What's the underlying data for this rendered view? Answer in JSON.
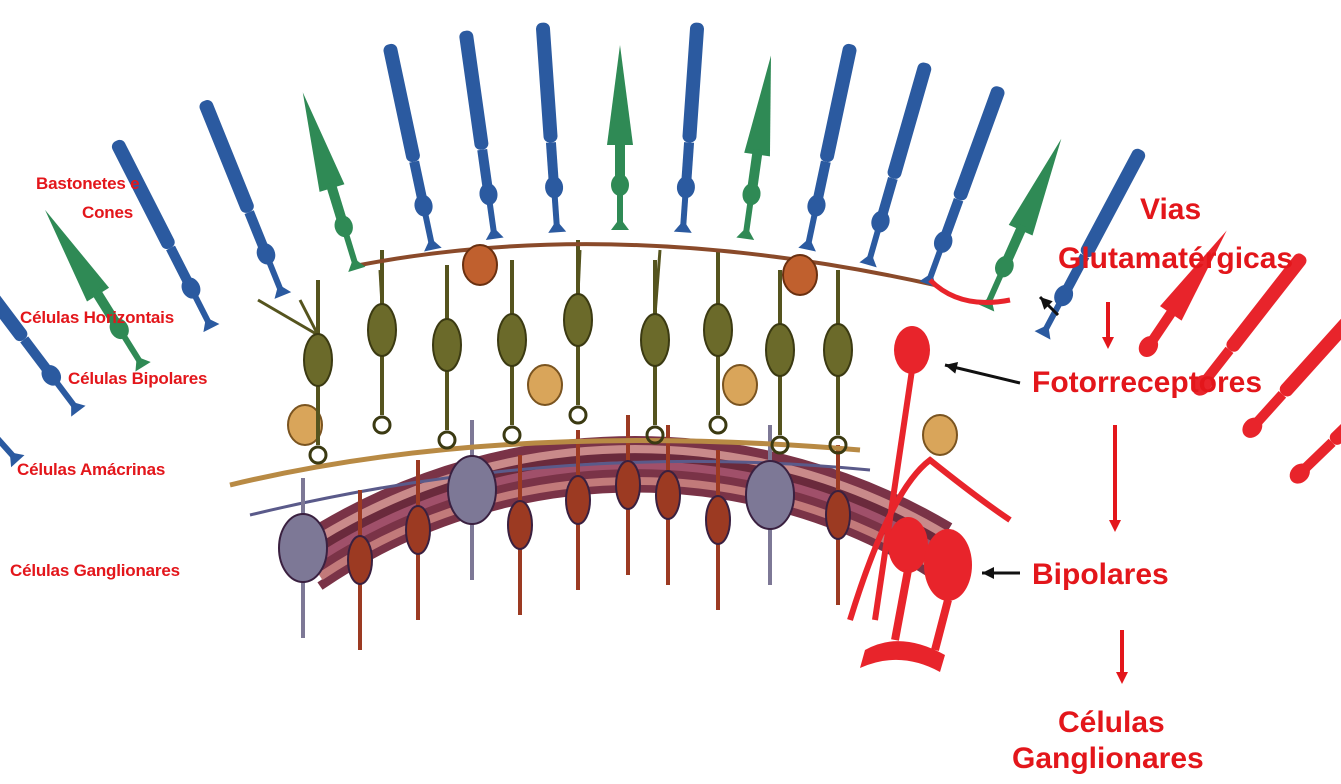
{
  "left_labels": {
    "rods_cones_line1": "Bastonetes e",
    "rods_cones_line2": "Cones",
    "horizontal": "Células Horizontais",
    "bipolar": "Células Bipolares",
    "amacrine": "Células Amácrinas",
    "ganglion": "Células Ganglionares"
  },
  "right_labels": {
    "title_line1": "Vias",
    "title_line2": "Glutamatérgicas",
    "photoreceptors": "Fotorreceptores",
    "bipolars": "Bipolares",
    "ganglion_line1": "Células",
    "ganglion_line2": "Ganglionares"
  },
  "colors": {
    "label_red": "#e3161b",
    "rod_blue": "#2b5aa0",
    "cone_green": "#2f8a55",
    "highlight_red": "#e8242b",
    "bipolar_olive": "#6b6a2a",
    "amacrine_tan": "#d9a55a",
    "ganglion_purple": "#7d7896",
    "ganglion_brown": "#9c3a22",
    "nerve_layer": "#7a3347"
  }
}
